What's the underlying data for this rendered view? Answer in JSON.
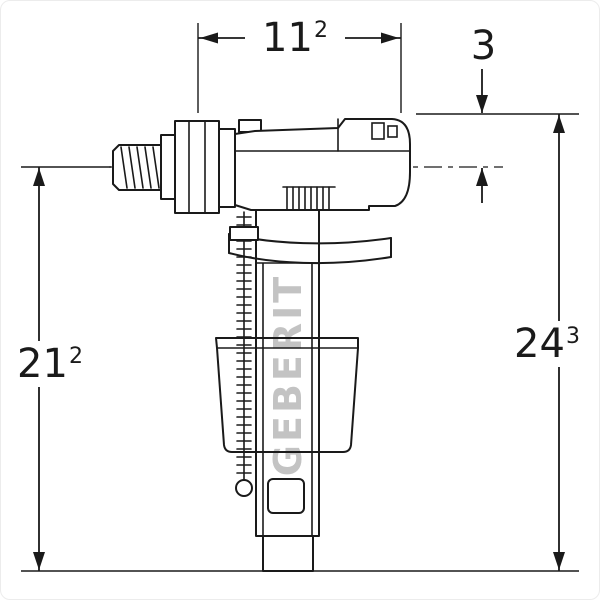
{
  "drawing": {
    "brand": "GEBERIT",
    "dimensions": {
      "width_top": {
        "base": "11",
        "sup": "2"
      },
      "offset_top": {
        "base": "3"
      },
      "height_left": {
        "base": "21",
        "sup": "2"
      },
      "height_right": {
        "base": "24",
        "sup": "3"
      }
    },
    "colors": {
      "line": "#1a1a1a",
      "brand_text": "#c3c3c3",
      "background": "#ffffff"
    }
  }
}
